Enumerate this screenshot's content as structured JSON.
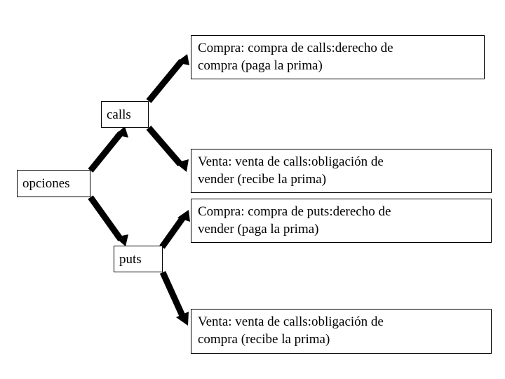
{
  "diagram": {
    "title": "opciones",
    "background_color": "#ffffff",
    "line_color": "#000000",
    "nodes": [
      {
        "id": "opciones",
        "label": "opciones"
      },
      {
        "id": "calls",
        "label": "calls"
      },
      {
        "id": "puts",
        "label": "puts"
      }
    ],
    "boxes": [
      {
        "id": "compra-calls",
        "line1": "Compra: compra de calls:derecho de",
        "line2": "compra (paga la prima)"
      },
      {
        "id": "venta-calls",
        "line1": "Venta: venta de calls:obligación de",
        "line2": "vender (recibe la prima)"
      },
      {
        "id": "compra-puts",
        "line1": "Compra: compra de puts:derecho de",
        "line2": "vender (paga la prima)"
      },
      {
        "id": "venta-puts",
        "line1": "Venta: venta de calls:obligación de",
        "line2": "compra (recibe la prima)"
      }
    ],
    "edges": [
      {
        "id": "opciones-to-calls",
        "from": "opciones",
        "to": "calls"
      },
      {
        "id": "opciones-to-puts",
        "from": "opciones",
        "to": "puts"
      },
      {
        "id": "calls-to-compra-calls",
        "from": "calls",
        "to": "compra-calls"
      },
      {
        "id": "calls-to-venta-calls",
        "from": "calls",
        "to": "venta-calls"
      },
      {
        "id": "puts-to-compra-puts",
        "from": "puts",
        "to": "compra-puts"
      },
      {
        "id": "puts-to-venta-puts",
        "from": "puts",
        "to": "venta-puts"
      }
    ]
  }
}
